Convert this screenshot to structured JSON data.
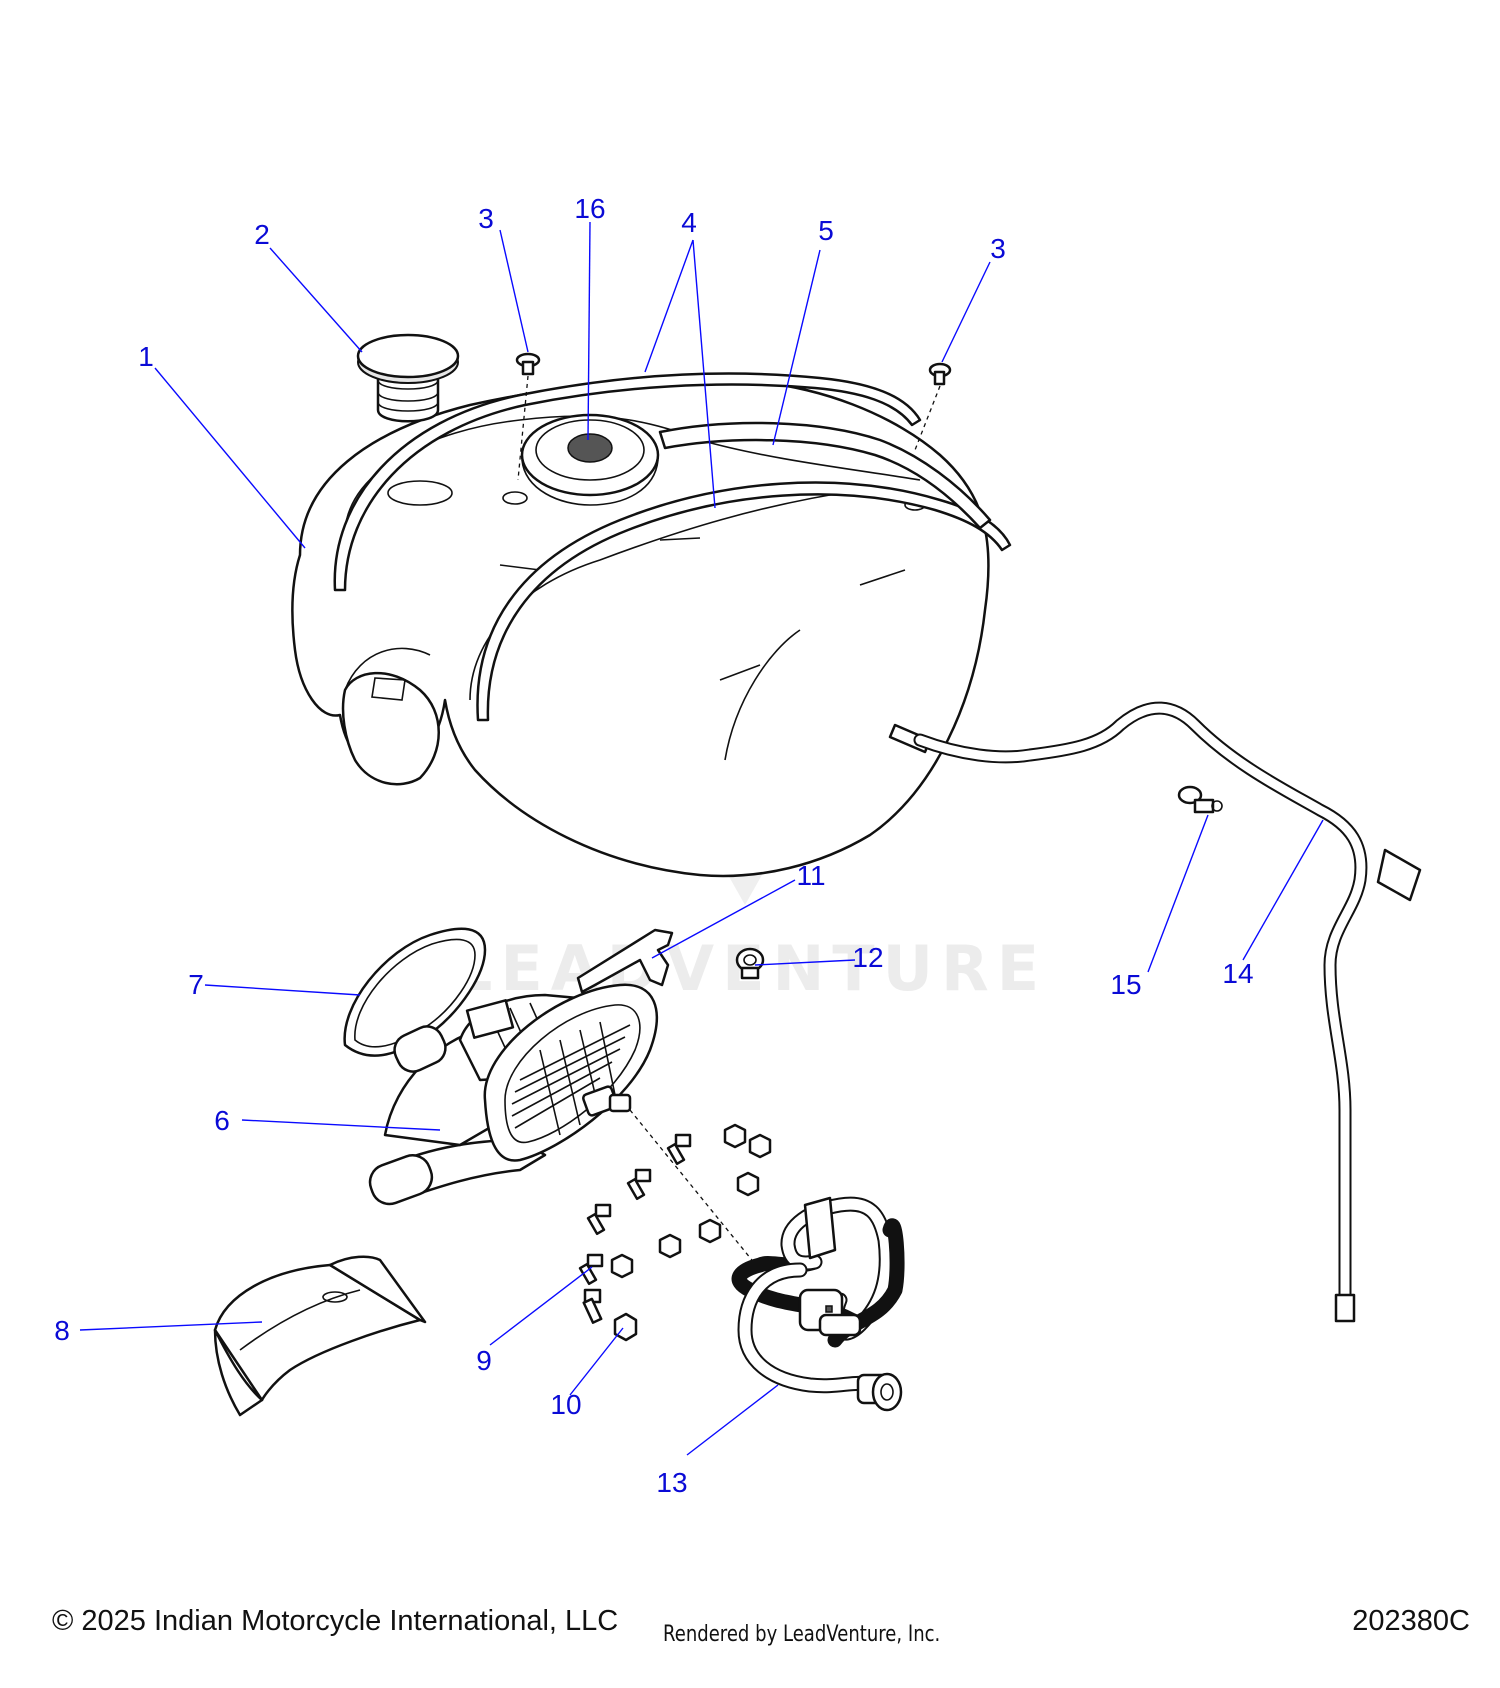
{
  "watermark": {
    "text": "LEADVENTURE",
    "icon": "leadventure-flame-logo-watermark"
  },
  "callouts": [
    {
      "id": "c1",
      "label": "1"
    },
    {
      "id": "c2",
      "label": "2"
    },
    {
      "id": "c3a",
      "label": "3"
    },
    {
      "id": "c3b",
      "label": "3"
    },
    {
      "id": "c4",
      "label": "4"
    },
    {
      "id": "c5",
      "label": "5"
    },
    {
      "id": "c6",
      "label": "6"
    },
    {
      "id": "c7",
      "label": "7"
    },
    {
      "id": "c8",
      "label": "8"
    },
    {
      "id": "c9",
      "label": "9"
    },
    {
      "id": "c10",
      "label": "10"
    },
    {
      "id": "c11",
      "label": "11"
    },
    {
      "id": "c12",
      "label": "12"
    },
    {
      "id": "c13",
      "label": "13"
    },
    {
      "id": "c14",
      "label": "14"
    },
    {
      "id": "c15",
      "label": "15"
    },
    {
      "id": "c16",
      "label": "16"
    }
  ],
  "colors": {
    "callout": "#0a0ad6",
    "leader": "#0a0aff",
    "line_art": "#111111"
  },
  "footer": {
    "copyright": "© 2025 Indian Motorcycle International, LLC",
    "rendered_by": "Rendered by LeadVenture, Inc.",
    "diagram_code": "202380C"
  }
}
